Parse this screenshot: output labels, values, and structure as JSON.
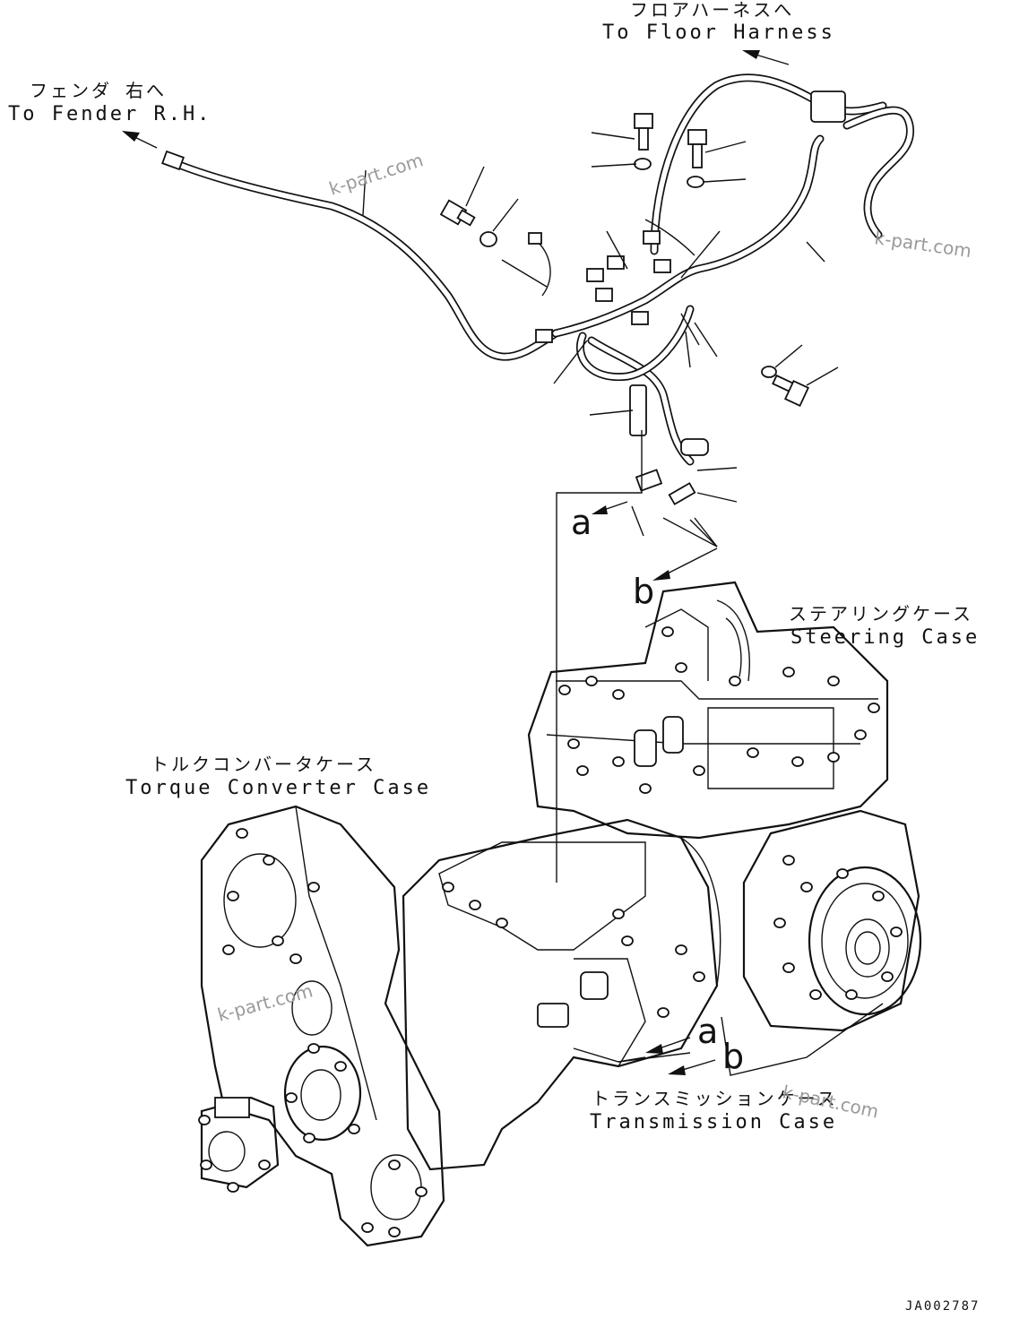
{
  "labels": {
    "floor_harness_jp": "フロアハーネスへ",
    "floor_harness_en": "To Floor Harness",
    "fender_jp": "フェンダ 右へ",
    "fender_en": "To Fender R.H.",
    "steering_case_jp": "ステアリングケース",
    "steering_case_en": "Steering Case",
    "torque_converter_jp": "トルクコンバータケース",
    "torque_converter_en": "Torque Converter Case",
    "transmission_case_jp": "トランスミッションケース",
    "transmission_case_en": "Transmission Case"
  },
  "refs": {
    "a_top": "a",
    "b_top": "b",
    "a_bottom": "a",
    "b_bottom": "b"
  },
  "watermarks": [
    "k-part.com",
    "k-part.com",
    "k-part.com",
    "k-part.com"
  ],
  "drawing_code": "JA002787",
  "colors": {
    "ink": "#111111",
    "paper": "#ffffff",
    "watermark": "#9a9a9a"
  }
}
